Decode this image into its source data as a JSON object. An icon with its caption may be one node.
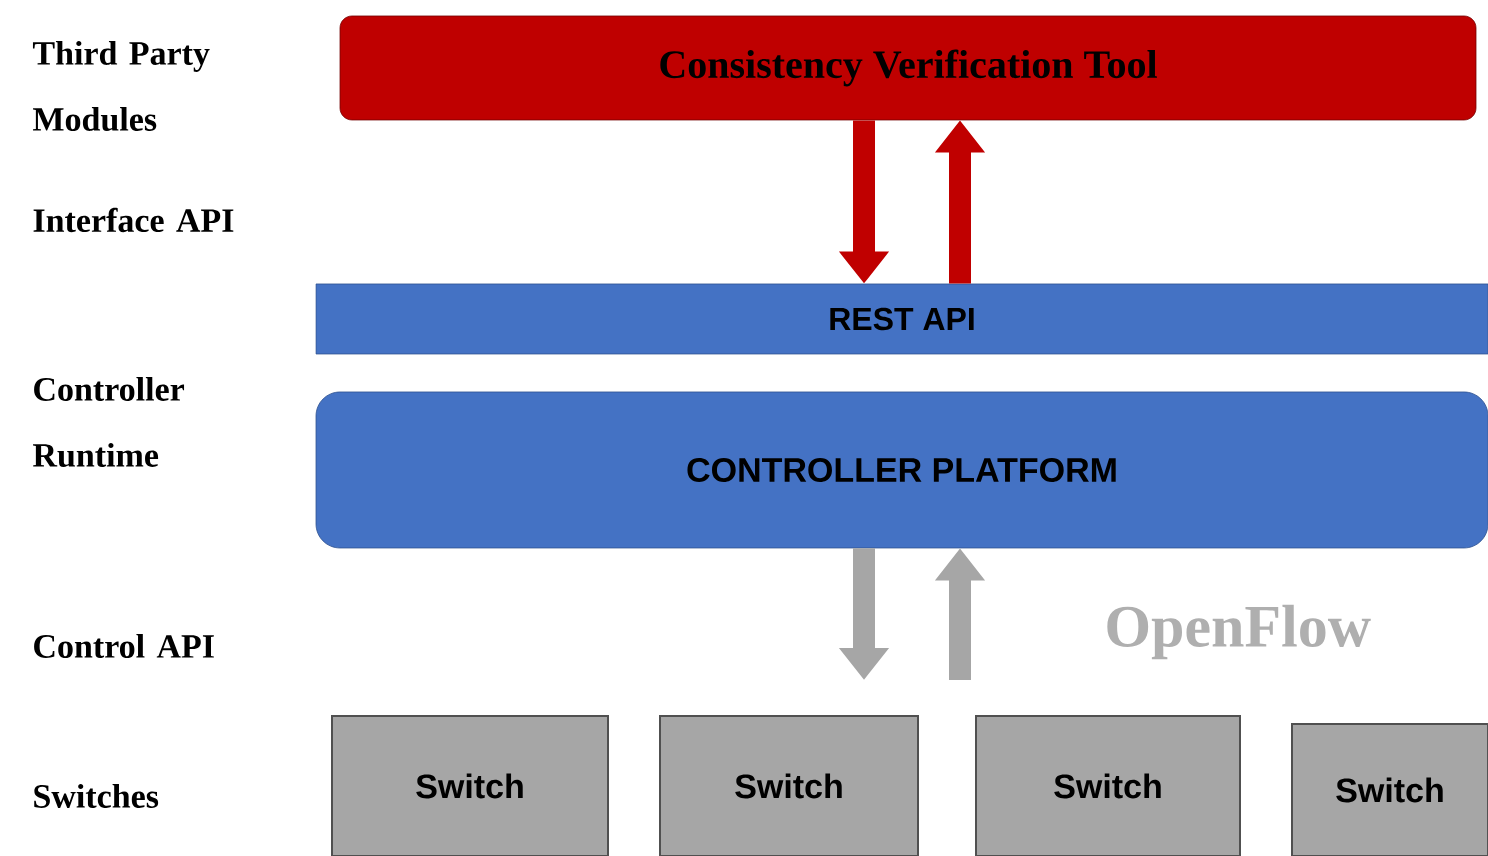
{
  "diagram": {
    "nodes": [
      {
        "text": [
          "Consistency Verification Tool"
        ]
      },
      {
        "text": [
          "REST API"
        ]
      },
      {
        "text": [
          "CONTROLLER PLATFORM"
        ]
      },
      {
        "text": [
          "Switch"
        ]
      },
      {
        "text": [
          "Switch"
        ]
      },
      {
        "text": [
          "Switch"
        ]
      },
      {
        "text": [
          "Switch"
        ]
      }
    ],
    "edges": [
      {
        "from": 0,
        "to": 1,
        "arrow": "to",
        "color": "#c00000"
      },
      {
        "from": 1,
        "to": 0,
        "arrow": "to",
        "color": "#c00000"
      },
      {
        "from": 2,
        "to": null,
        "arrow": "to",
        "color": "#a6a6a6"
      },
      {
        "from": null,
        "to": 2,
        "arrow": "to",
        "color": "#a6a6a6"
      }
    ],
    "labels": [
      "Third Party Modules",
      "Interface API",
      "Controller Runtime",
      "Control API",
      "OpenFlow",
      "Switches"
    ]
  }
}
